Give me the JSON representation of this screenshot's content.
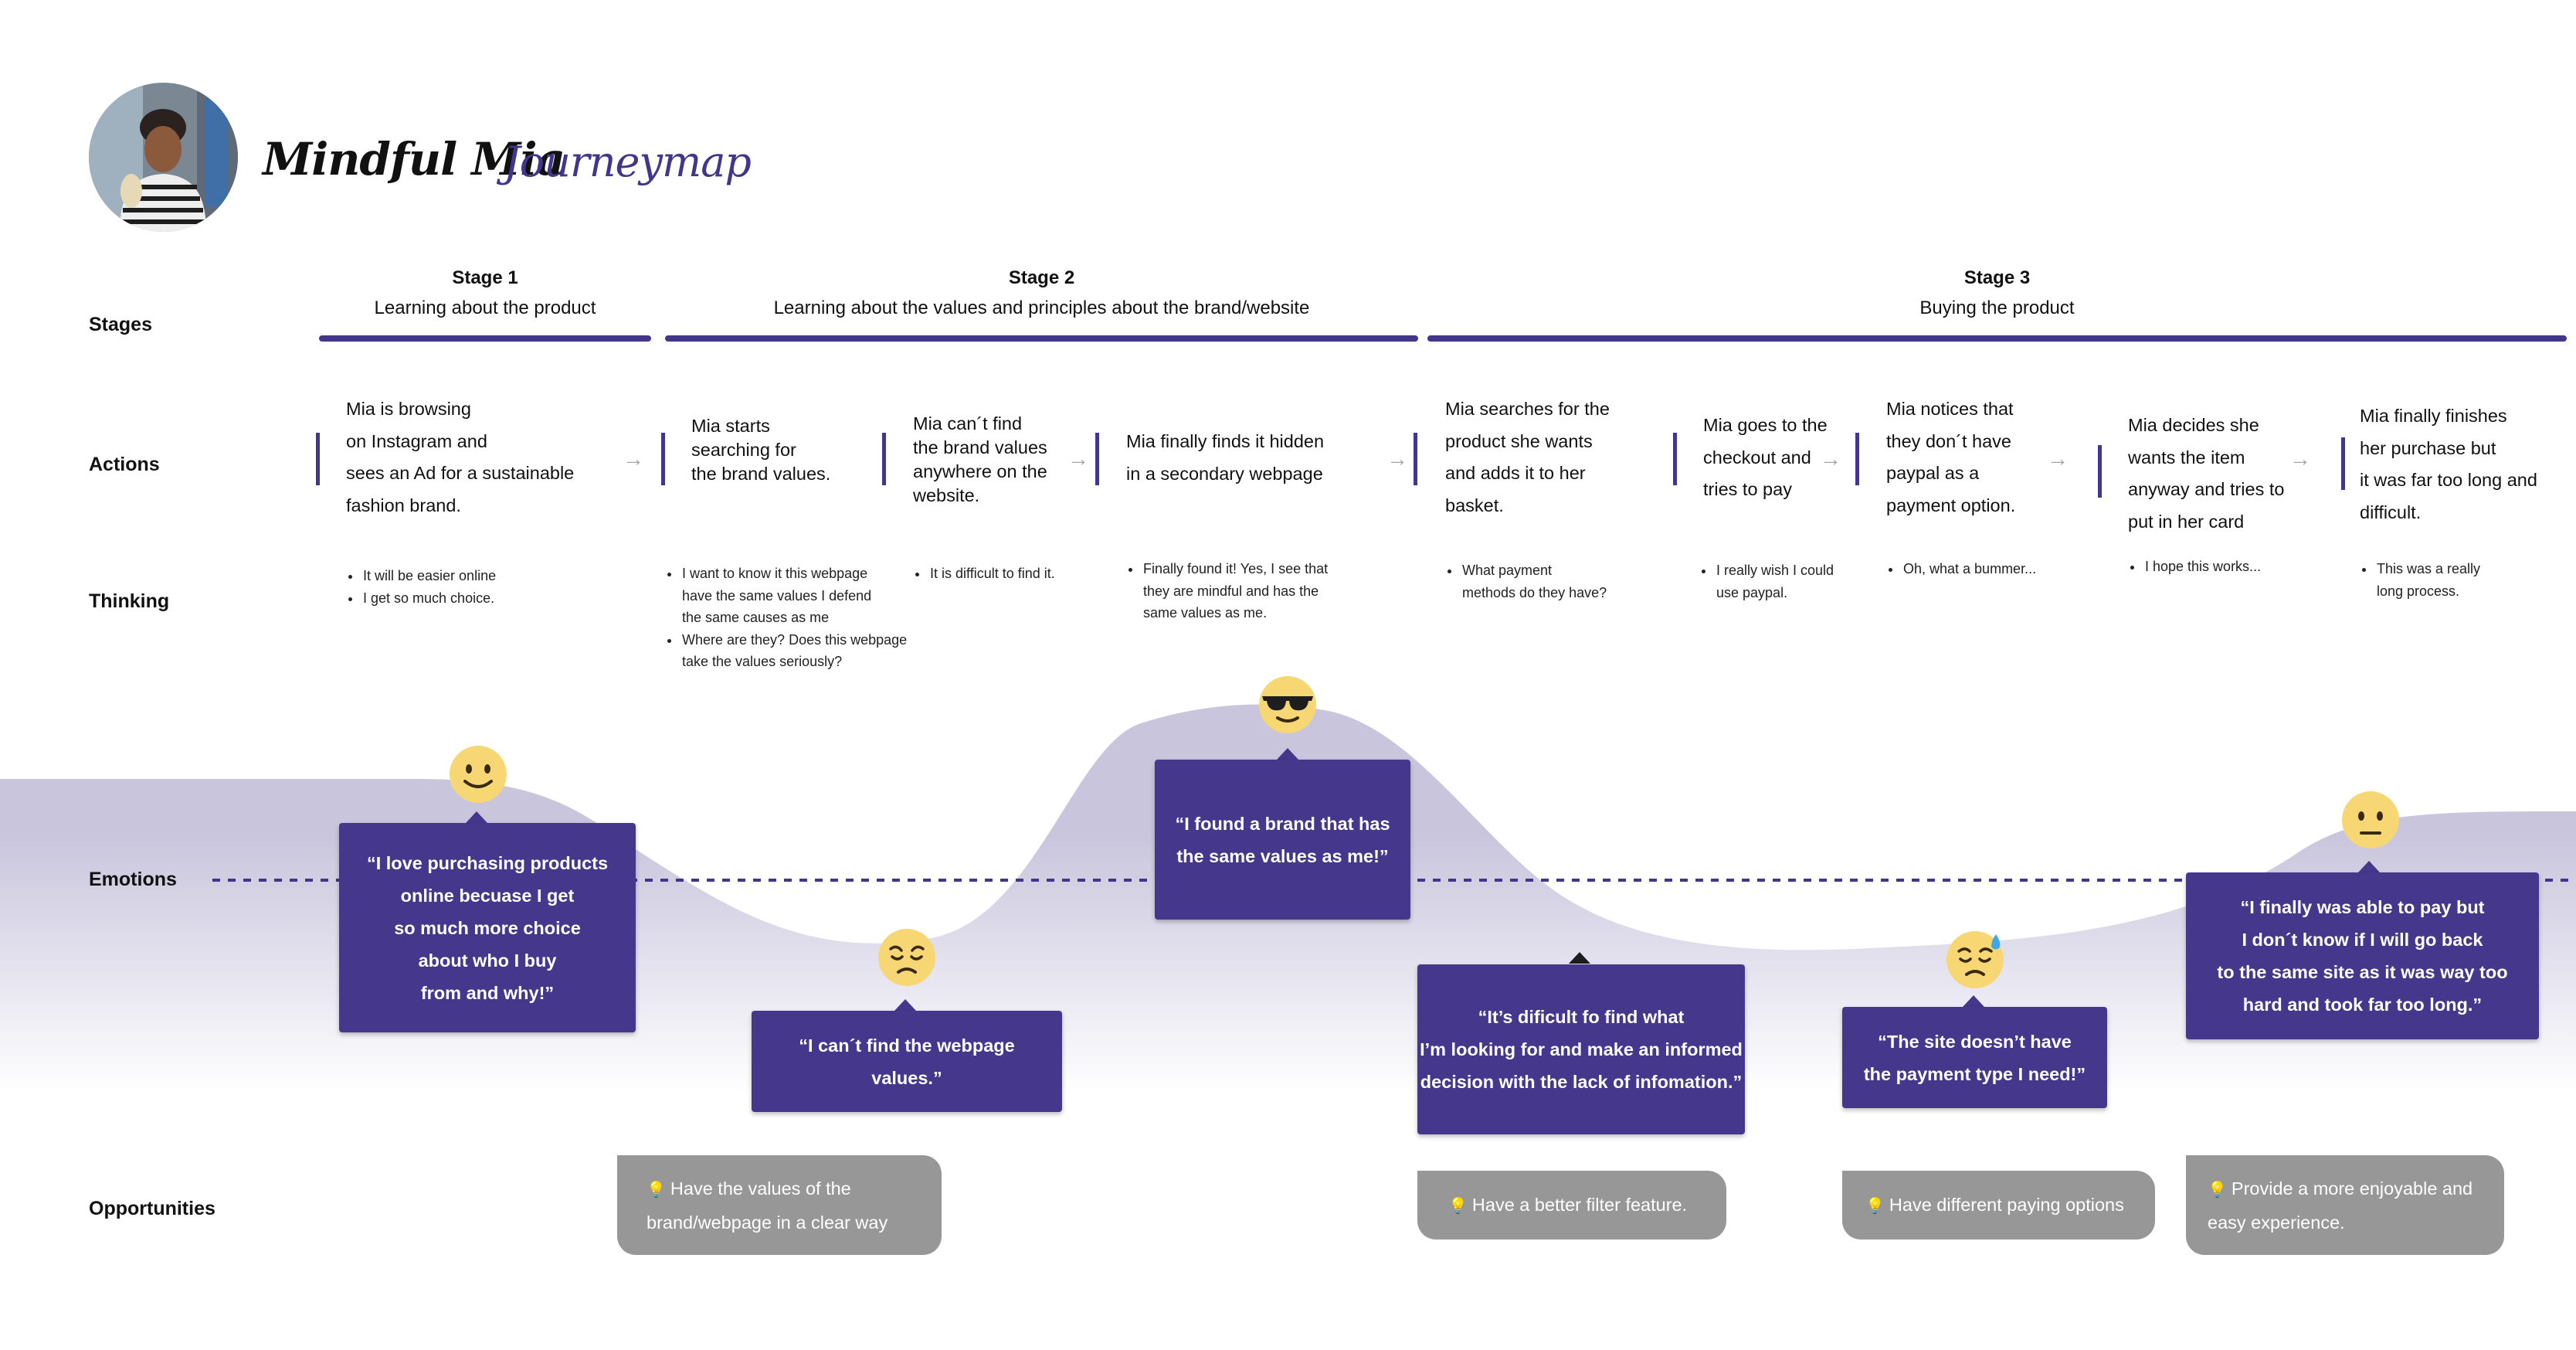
{
  "header": {
    "persona_name": "Mindful Mia",
    "map_label": "Journeymap"
  },
  "rows": {
    "stages": "Stages",
    "actions": "Actions",
    "thinking": "Thinking",
    "emotions": "Emotions",
    "opportunities": "Opportunities"
  },
  "stages": [
    {
      "title": "Stage 1",
      "subtitle": "Learning about the product"
    },
    {
      "title": "Stage 2",
      "subtitle": "Learning about the values and principles about the brand/website"
    },
    {
      "title": "Stage 3",
      "subtitle": "Buying the product"
    }
  ],
  "actions": [
    [
      "Mia is browsing",
      "on Instagram and",
      "sees an Ad for a sustainable",
      "fashion brand."
    ],
    [
      "Mia starts",
      "searching for",
      "the brand values."
    ],
    [
      "Mia can´t find",
      "the brand values",
      "anywhere on the",
      "website."
    ],
    [
      "Mia finally finds it hidden",
      "in a secondary webpage"
    ],
    [
      "Mia searches for the",
      "product she wants",
      "and adds it to her",
      "basket."
    ],
    [
      "Mia goes to the",
      "checkout and",
      "tries to pay"
    ],
    [
      "Mia notices that",
      "they don´t have",
      "paypal as a",
      "payment option."
    ],
    [
      "Mia decides she",
      "wants the item",
      "anyway and tries to",
      "put in her card"
    ],
    [
      "Mia finally finishes",
      "her purchase but",
      "it was far too long and",
      "difficult."
    ]
  ],
  "thinking": [
    [
      [
        "It will be easier online"
      ],
      [
        "I get so much choice."
      ]
    ],
    [
      [
        "I want to know it this webpage",
        "have the same values I defend",
        "the same causes as me"
      ],
      [
        "Where are they? Does this webpage",
        "take the values seriously?"
      ]
    ],
    [
      [
        "It is difficult to find it."
      ]
    ],
    [
      [
        "Finally found it! Yes, I see that",
        "they are mindful and has the",
        "same values as me."
      ]
    ],
    [
      [
        "What payment",
        "methods do they have?"
      ]
    ],
    [
      [
        "I really wish I could",
        "use paypal."
      ]
    ],
    [
      [
        "Oh, what a bummer..."
      ]
    ],
    [
      [
        "I hope this works..."
      ]
    ],
    [
      [
        "This was a really",
        "long process."
      ]
    ]
  ],
  "emotions": [
    {
      "emoji": "smile-emoji",
      "quote": [
        "“I love purchasing products",
        "online becuase I get",
        "so much more choice",
        "about who I buy",
        "from and why!”"
      ]
    },
    {
      "emoji": "sad-emoji",
      "quote": [
        "“I can´t find the webpage",
        "values.”"
      ]
    },
    {
      "emoji": "sunglasses-emoji",
      "quote": [
        "“I found a brand that has",
        "the same values as me!”"
      ]
    },
    {
      "emoji": "",
      "quote": [
        "“It’s dificult fo find what",
        "I’m looking for and make an informed",
        "decision with the lack of infomation.”"
      ]
    },
    {
      "emoji": "sweat-emoji",
      "quote": [
        "“The site doesn’t have",
        "the payment type I need!”"
      ]
    },
    {
      "emoji": "neutral-emoji",
      "quote": [
        "“I finally was able to pay but",
        "I don´t know if I will go back",
        "to the same site as it was way too",
        "hard and took far too long.”"
      ]
    }
  ],
  "opportunities": [
    [
      "Have the values of the",
      "brand/webpage in a clear way"
    ],
    [
      "Have a better filter feature."
    ],
    [
      "Have different paying options"
    ],
    [
      "Provide a more enjoyable and",
      "easy experience."
    ]
  ],
  "colors": {
    "accent": "#41358c",
    "curve": "#c9c5dd",
    "opportunity": "#979797",
    "emoji": "#f7d774"
  }
}
